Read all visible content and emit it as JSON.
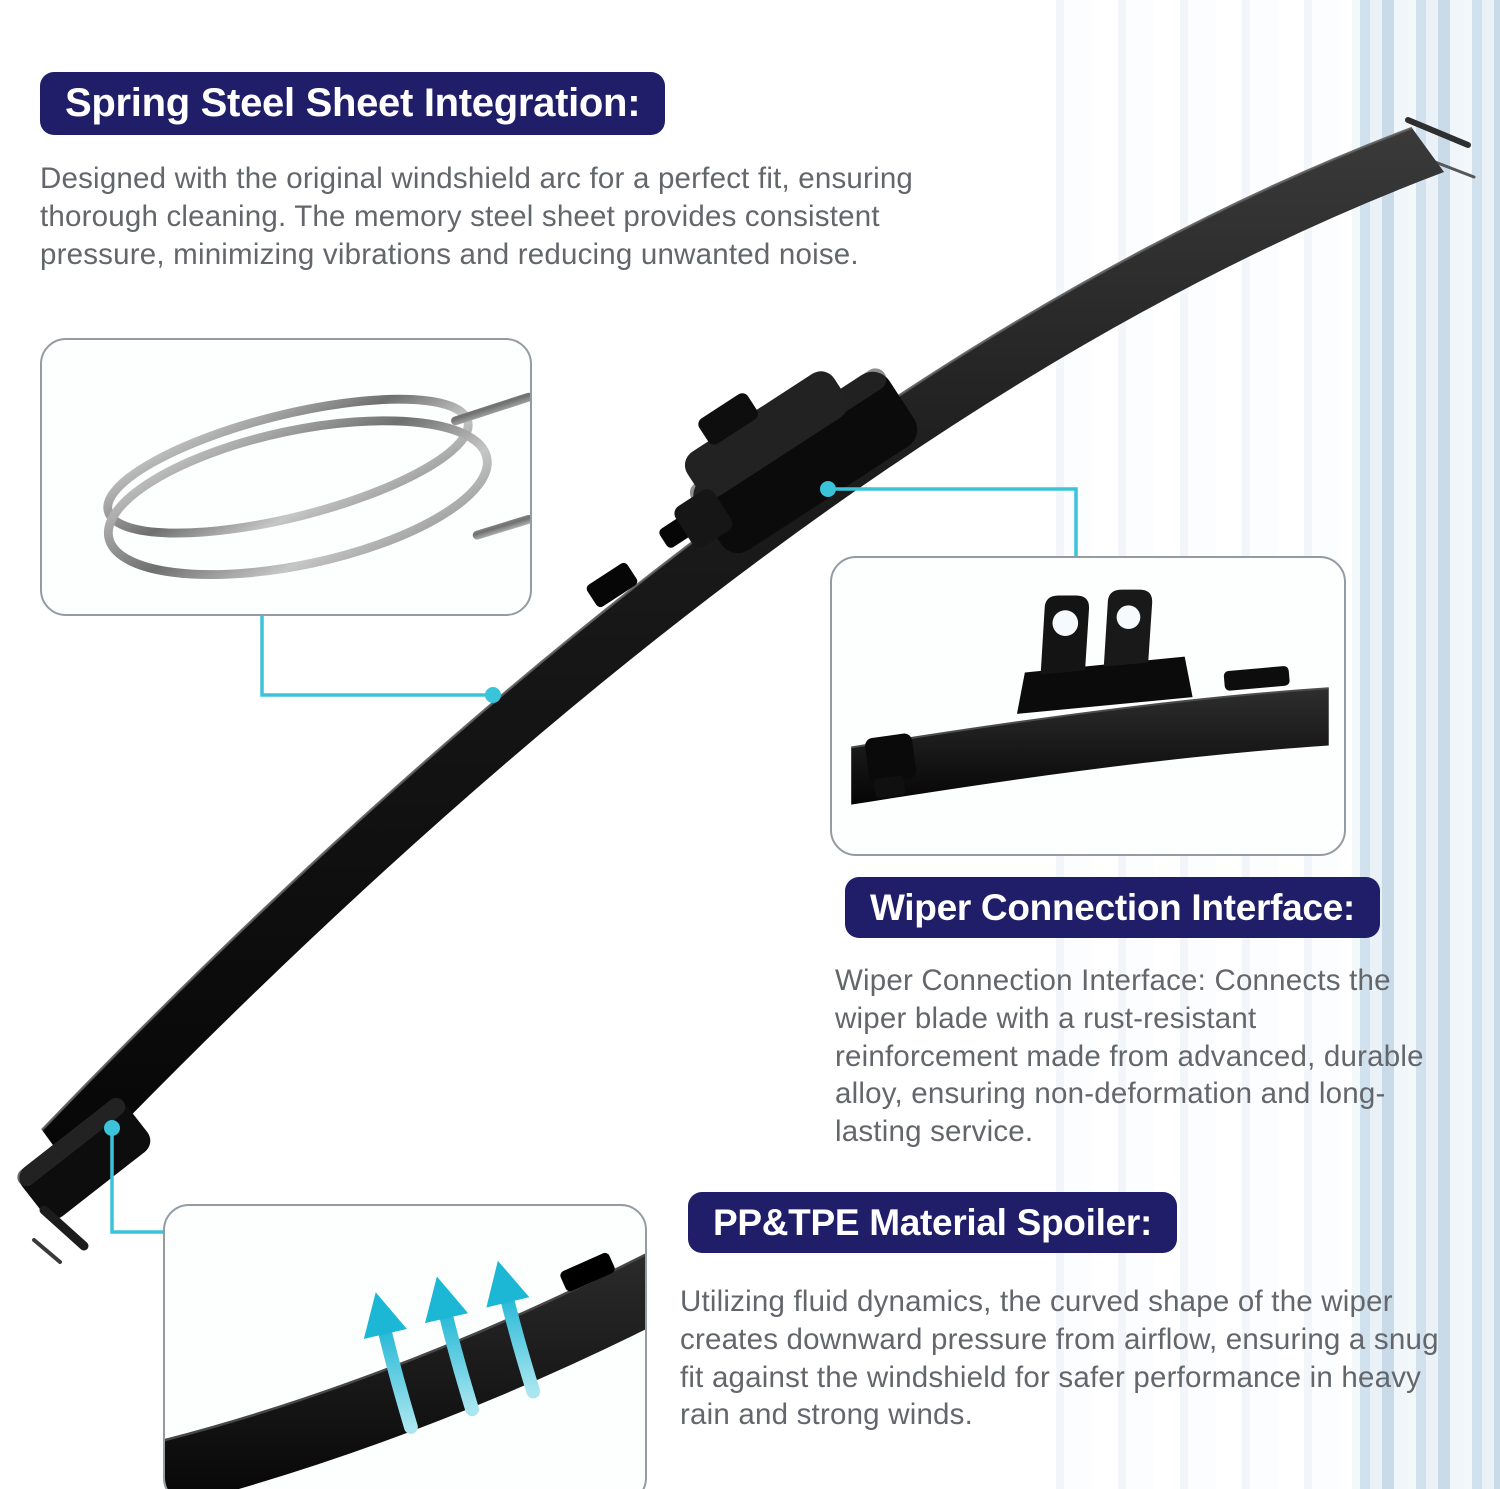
{
  "colors": {
    "navy": "#201d69",
    "cyan": "#3bc3d9",
    "body_text": "#63666b"
  },
  "sections": {
    "spring_steel": {
      "title": "Spring Steel Sheet Integration:",
      "body": "Designed with the original windshield arc for a perfect fit, ensuring thorough cleaning. The memory steel sheet provides consistent pressure, minimizing vibrations and reducing unwanted noise."
    },
    "connection": {
      "title": "Wiper Connection Interface:",
      "body": "Wiper Connection Interface: Connects the wiper blade with a rust-resistant reinforcement made from advanced, durable alloy, ensuring non-deformation and long-lasting service."
    },
    "spoiler": {
      "title": "PP&TPE Material Spoiler:",
      "body": "Utilizing fluid dynamics, the curved shape of the wiper creates downward pressure from airflow, ensuring a snug fit against the windshield for safer performance in heavy rain and strong winds."
    }
  },
  "icons": {
    "blade": "wiper-blade-illustration",
    "spring_inset": "spring-steel-sheets-photo",
    "connection_inset": "connection-interface-photo",
    "spoiler_inset": "spoiler-airflow-photo",
    "arrows": "airflow-arrows"
  }
}
